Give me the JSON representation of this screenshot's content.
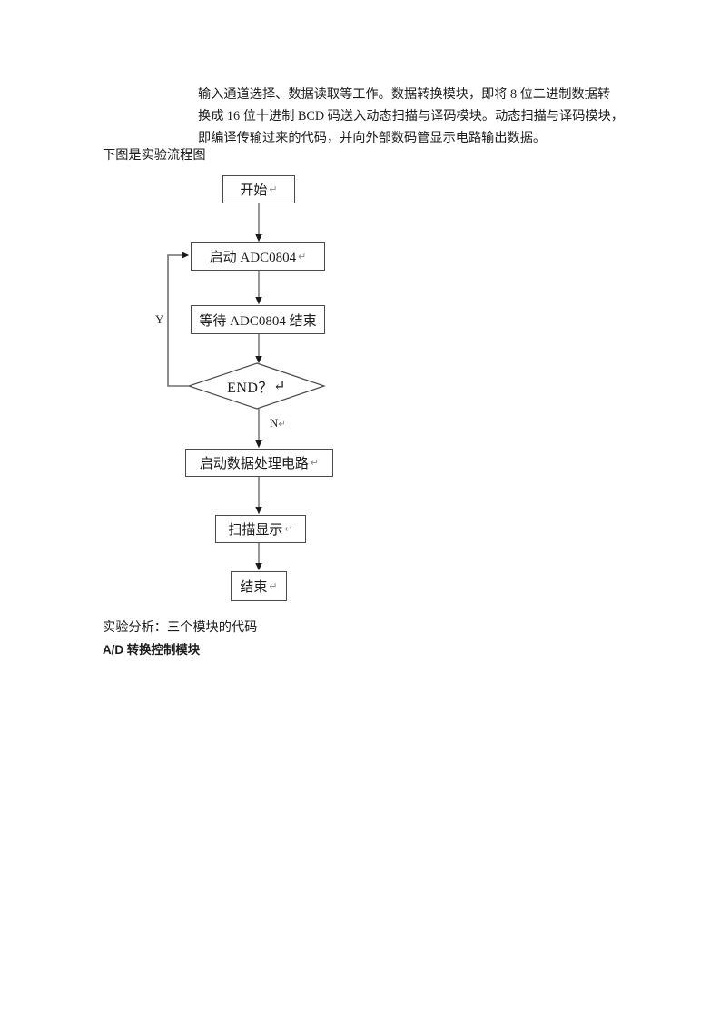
{
  "document": {
    "paragraph": {
      "lines": [
        "输入通道选择、数据读取等工作。数据转换模块，即将 8 位二进制数据转",
        "换成 16 位十进制 BCD 码送入动态扫描与译码模块。动态扫描与译码模块，",
        "即编译传输过来的代码，并向外部数码管显示电路输出数据。"
      ]
    },
    "lead_line": "下图是实验流程图",
    "footer": {
      "analysis_line": "实验分析：三个模块的代码",
      "module_line": "A/D 转换控制模块"
    }
  },
  "flowchart": {
    "title": "实验流程图",
    "pilcrow": "↵",
    "nodes": [
      {
        "id": "start",
        "shape": "rect",
        "label": "开始",
        "has_pilcrow": true
      },
      {
        "id": "launch",
        "shape": "rect",
        "label": "启动 ADC0804",
        "has_pilcrow": true
      },
      {
        "id": "wait",
        "shape": "rect",
        "label": "等待 ADC0804 结束",
        "has_pilcrow": false
      },
      {
        "id": "decide",
        "shape": "diamond",
        "label": "END？",
        "has_pilcrow": true
      },
      {
        "id": "process",
        "shape": "rect",
        "label": "启动数据处理电路",
        "has_pilcrow": true
      },
      {
        "id": "scan",
        "shape": "rect",
        "label": "扫描显示",
        "has_pilcrow": true
      },
      {
        "id": "end",
        "shape": "rect",
        "label": "结束",
        "has_pilcrow": true
      }
    ],
    "edge_labels": {
      "yes": "Y",
      "no": "N"
    },
    "colors": {
      "node_border": "#4a4a4a",
      "connector": "#7d7d7d",
      "arrowhead": "#1a1a1a",
      "text": "#1a1a1a"
    }
  }
}
